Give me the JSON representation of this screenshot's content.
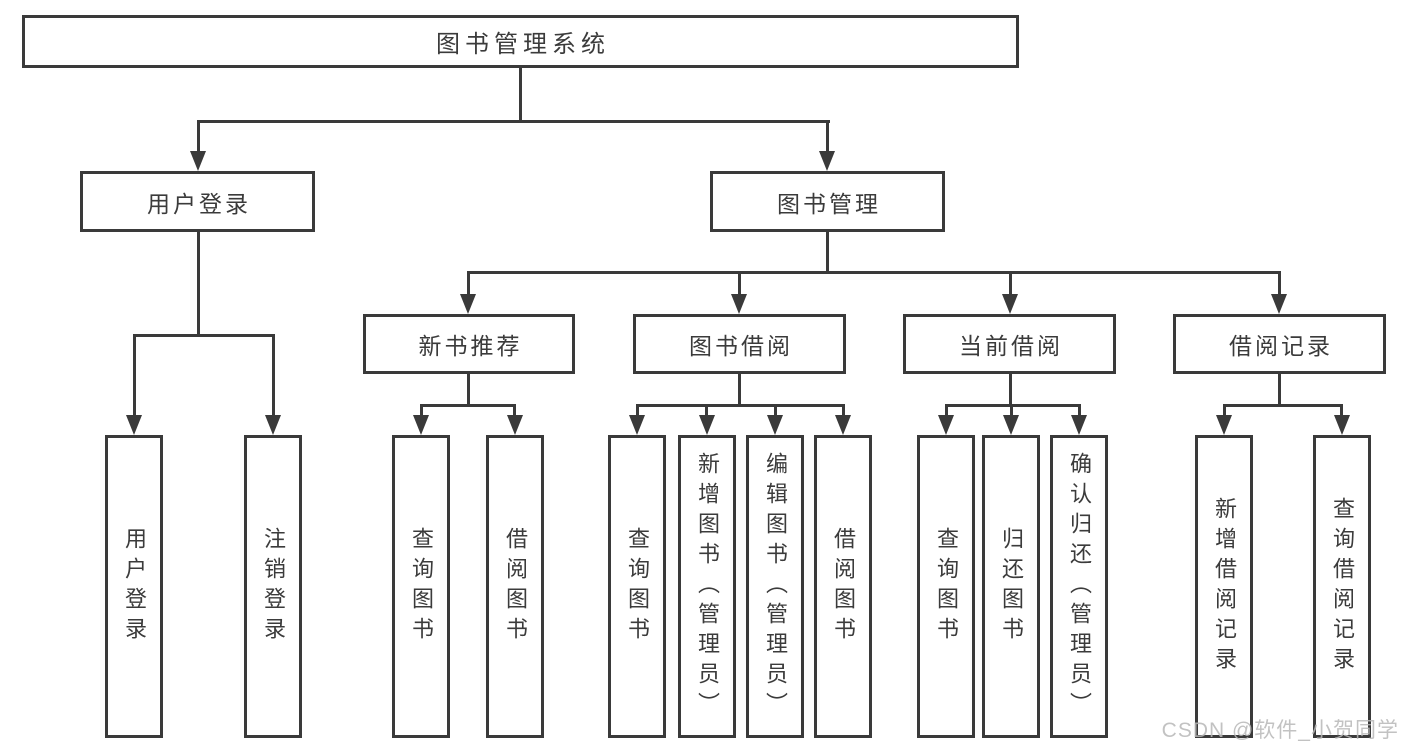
{
  "tree": {
    "root": {
      "label": "图书管理系统"
    },
    "branches": [
      {
        "label": "用户登录",
        "children": [
          {
            "label": "用户登录"
          },
          {
            "label": "注销登录"
          }
        ]
      },
      {
        "label": "图书管理",
        "children": [
          {
            "label": "新书推荐",
            "children": [
              {
                "label": "查询图书"
              },
              {
                "label": "借阅图书"
              }
            ]
          },
          {
            "label": "图书借阅",
            "children": [
              {
                "label": "查询图书"
              },
              {
                "label": "新增图书（管理员）"
              },
              {
                "label": "编辑图书（管理员）"
              },
              {
                "label": "借阅图书"
              }
            ]
          },
          {
            "label": "当前借阅",
            "children": [
              {
                "label": "查询图书"
              },
              {
                "label": "归还图书"
              },
              {
                "label": "确认归还（管理员）"
              }
            ]
          },
          {
            "label": "借阅记录",
            "children": [
              {
                "label": "新增借阅记录"
              },
              {
                "label": "查询借阅记录"
              }
            ]
          }
        ]
      }
    ]
  },
  "watermark": {
    "text": "CSDN @软件_小贺同学"
  },
  "colors": {
    "line": "#3a3a3a",
    "text": "#3b3b3b",
    "watermark": "#b8b8b8",
    "background": "#ffffff"
  }
}
